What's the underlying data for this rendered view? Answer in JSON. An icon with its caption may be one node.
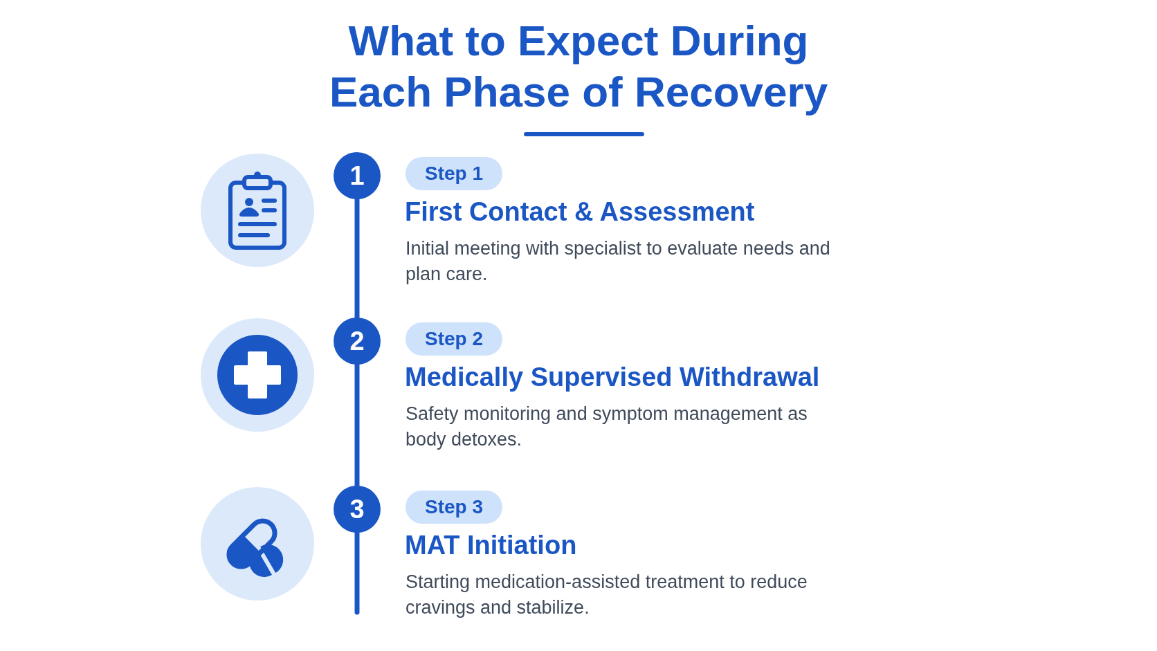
{
  "diagram": {
    "title": "What to Expect During Each Phase of Recovery",
    "nodes": [
      {
        "text": [
          "1"
        ]
      },
      {
        "text": [
          "Step 1"
        ]
      },
      {
        "text": [
          "2"
        ]
      },
      {
        "text": [
          "Step 2"
        ]
      },
      {
        "text": [
          "3"
        ]
      },
      {
        "text": [
          "Step 3"
        ]
      }
    ],
    "edges": [
      {
        "from": 0,
        "to": 2,
        "arrow": "none"
      },
      {
        "from": 2,
        "to": 4,
        "arrow": "none"
      },
      {
        "from": 4,
        "to": null,
        "arrow": "none"
      }
    ],
    "labels": [
      "First Contact & Assessment",
      "Initial meeting with specialist to evaluate needs and plan care.",
      "Medically Supervised Withdrawal",
      "Safety monitoring and symptom management as body detoxes.",
      "MAT Initiation",
      "Starting medication-assisted treatment to reduce cravings and stabilize."
    ]
  }
}
